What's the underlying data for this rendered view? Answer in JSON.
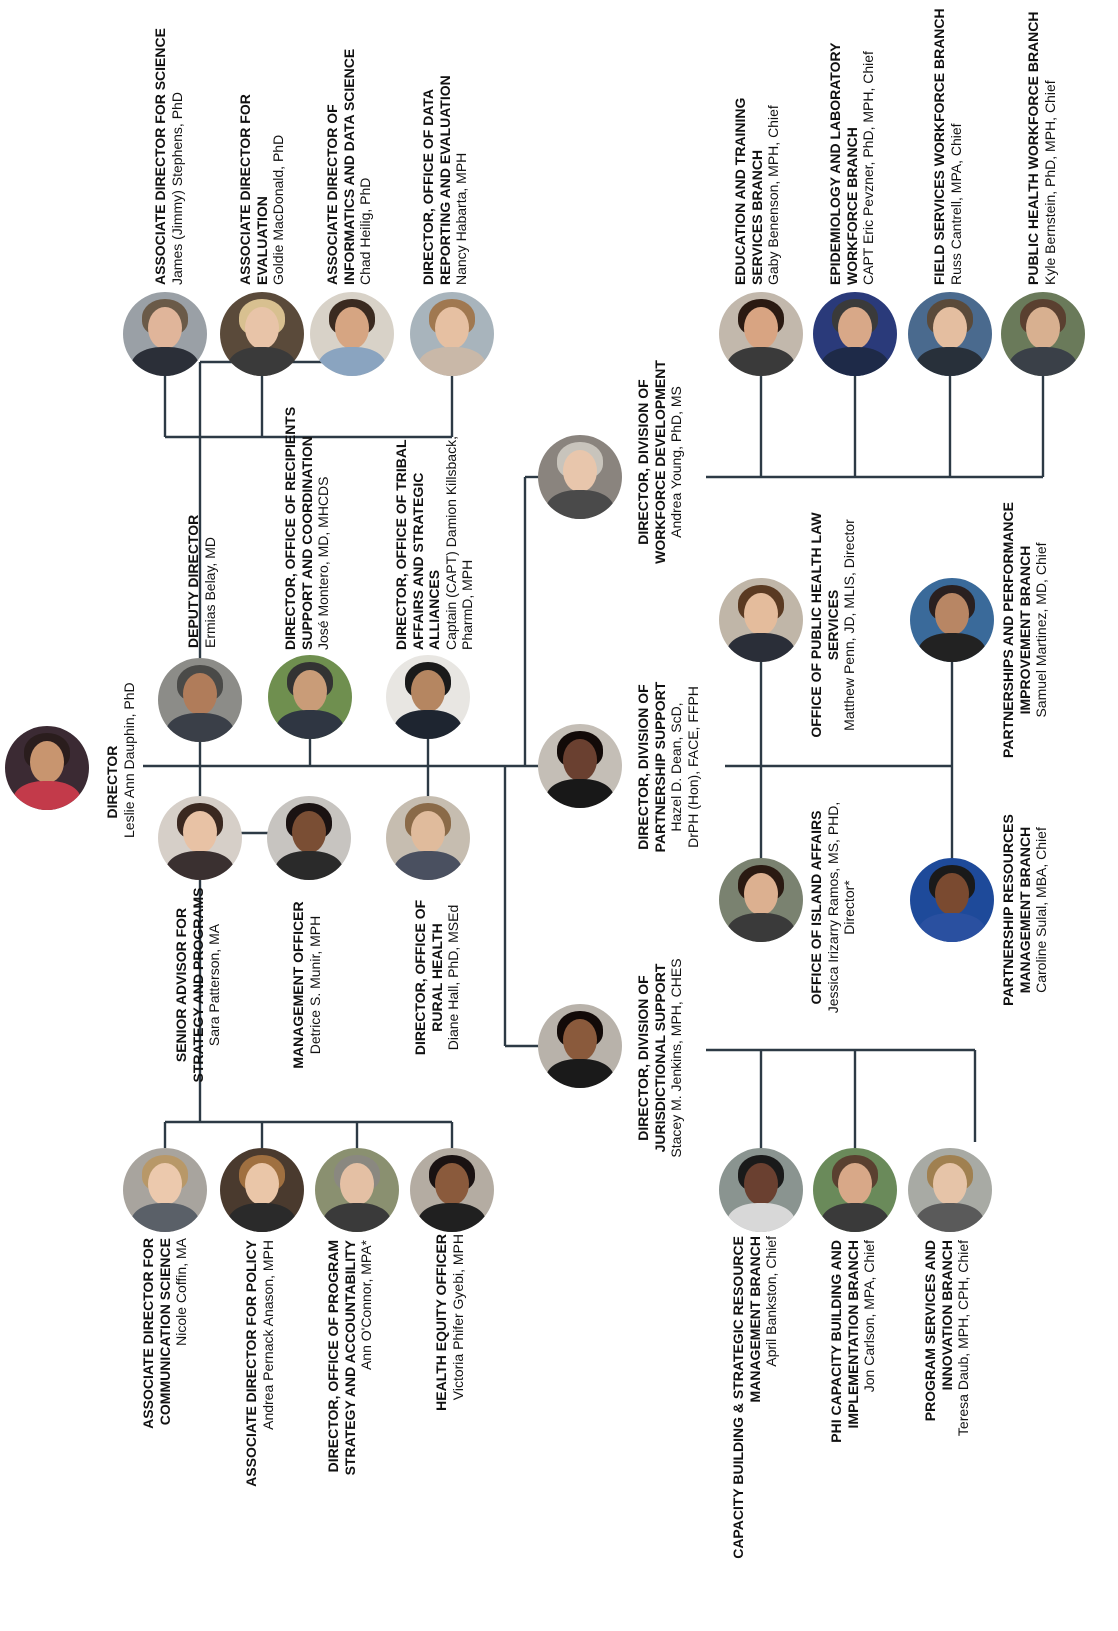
{
  "director": {
    "title": "DIRECTOR",
    "name": "Leslie Ann Dauphin, PhD"
  },
  "deputy": {
    "title": "DEPUTY DIRECTOR",
    "name": "Ermias Belay, MD"
  },
  "recipients": {
    "title1": "DIRECTOR, OFFICE OF RECIPIENTS",
    "title2": "SUPPORT AND COORDINATION",
    "name": "José Montero, MD, MHCDS"
  },
  "tribal": {
    "title1": "DIRECTOR, OFFICE OF TRIBAL",
    "title2": "AFFAIRS AND STRATEGIC",
    "title3": "ALLIANCES",
    "name1": "Captain (CAPT) Damion Killsback,",
    "name2": "PharmD, MPH"
  },
  "science": {
    "title": "ASSOCIATE DIRECTOR FOR SCIENCE",
    "name": "James (Jimmy) Stephens, PhD"
  },
  "evaluation": {
    "title1": "ASSOCIATE DIRECTOR FOR",
    "title2": "EVALUATION",
    "name": "Goldie MacDonald, PhD"
  },
  "informatics": {
    "title1": "ASSOCIATE DIRECTOR OF",
    "title2": "INFORMATICS AND DATA SCIENCE",
    "name": "Chad Heilig, PhD"
  },
  "data_reporting": {
    "title1": "DIRECTOR, OFFICE OF DATA",
    "title2": "REPORTING AND EVALUATION",
    "name": "Nancy Habarta, MPH"
  },
  "senior_advisor": {
    "title1": "SENIOR ADVISOR FOR",
    "title2": "STRATEGY AND PROGRAMS",
    "name": "Sara Patterson, MA"
  },
  "management": {
    "title": "MANAGEMENT OFFICER",
    "name": "Detrice S. Munir, MPH"
  },
  "rural": {
    "title1": "DIRECTOR, OFFICE OF",
    "title2": "RURAL HEALTH",
    "name": "Diane Hall, PhD, MSEd"
  },
  "communication": {
    "title1": "ASSOCIATE DIRECTOR FOR",
    "title2": "COMMUNICATION SCIENCE",
    "name": "Nicole Coffin, MA"
  },
  "policy": {
    "title": "ASSOCIATE DIRECTOR FOR POLICY",
    "name": "Andrea Pernack Anason, MPH"
  },
  "program_strategy": {
    "title1": "DIRECTOR, OFFICE OF PROGRAM",
    "title2": "STRATEGY AND ACCOUNTABILITY",
    "name": "Ann O'Connor, MPA*"
  },
  "health_equity": {
    "title": "HEALTH EQUITY OFFICER",
    "name": "Victoria Phifer Gyebi, MPH"
  },
  "workforce": {
    "title1": "DIRECTOR, DIVISION OF",
    "title2": "WORKFORCE DEVELOPMENT",
    "name": "Andrea Young, PhD, MS"
  },
  "education": {
    "title1": "EDUCATION AND TRAINING",
    "title2": "SERVICES BRANCH",
    "name": "Gaby Benenson, MPH, Chief"
  },
  "epi": {
    "title1": "EPIDEMIOLOGY AND LABORATORY",
    "title2": "WORKFORCE BRANCH",
    "name": "CAPT Eric Pevzner, PhD, MPH, Chief"
  },
  "field": {
    "title": "FIELD SERVICES WORKFORCE BRANCH",
    "name": "Russ Cantrell, MPA, Chief"
  },
  "ph_workforce": {
    "title": "PUBLIC HEALTH WORKFORCE BRANCH",
    "name": "Kyle Bernstein, PhD, MPH, Chief"
  },
  "partnership": {
    "title1": "DIRECTOR, DIVISION OF",
    "title2": "PARTNERSHIP SUPPORT",
    "name1": "Hazel D. Dean, ScD,",
    "name2": "DrPH (Hon), FACE, FFPH"
  },
  "law": {
    "title1": "OFFICE OF PUBLIC HEALTH LAW",
    "title2": "SERVICES",
    "name": "Matthew Penn, JD, MLIS, Director"
  },
  "island": {
    "title": "OFFICE OF ISLAND AFFAIRS",
    "name1": "Jessica Irizarry Ramos, MS, PHD,",
    "name2": "Director*"
  },
  "perf": {
    "title1": "PARTNERSHIPS AND PERFORMANCE",
    "title2": "IMPROVEMENT BRANCH",
    "name": "Samuel Martinez, MD, Chief"
  },
  "resources": {
    "title1": "PARTNERSHIP RESOURCES",
    "title2": "MANAGEMENT BRANCH",
    "name": "Caroline Sulal, MBA, Chief"
  },
  "jurisdictional": {
    "title1": "DIRECTOR, DIVISION OF",
    "title2": "JURISDICTIONAL SUPPORT",
    "name": "Stacey M. Jenkins, MPH, CHES"
  },
  "capacity": {
    "title1": "CAPACITY BUILDING & STRATEGIC RESOURCE",
    "title2": "MANAGEMENT BRANCH",
    "name": "April Bankston, Chief"
  },
  "phi": {
    "title1": "PHI CAPACITY BUILDING AND",
    "title2": "IMPLEMENTATION BRANCH",
    "name": "Jon Carlson, MPA, Chief"
  },
  "program_services": {
    "title1": "PROGRAM SERVICES AND",
    "title2": "INNOVATION BRANCH",
    "name": "Teresa Daub, MPH, CPH, Chief"
  }
}
